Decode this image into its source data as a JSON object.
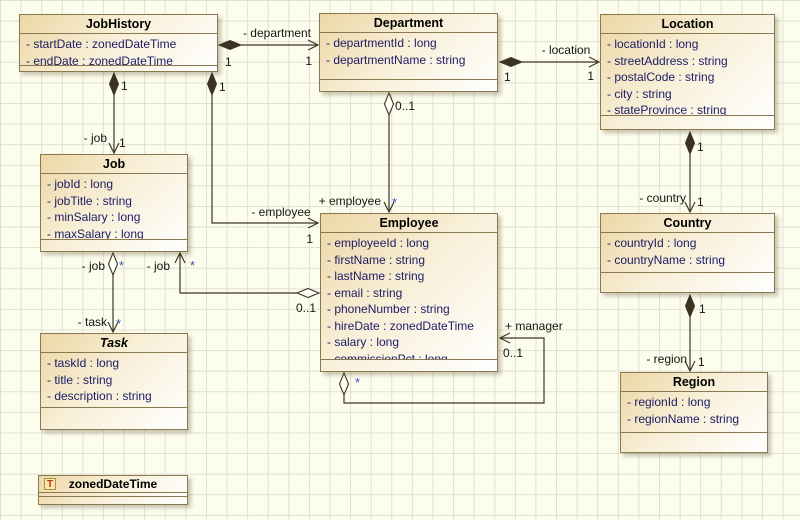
{
  "diagram_type": "uml-class-diagram",
  "colors": {
    "canvas_bg": "#fdfdee",
    "grid_line": "#e0e0d2",
    "box_border": "#8a7950",
    "box_gradient_start": "#ecd7a5",
    "box_gradient_end": "#ffffff",
    "attribute_text": "#1c1c66",
    "connector": "#3d3627",
    "multiplicity_star": "#3553c0",
    "datatype_icon_letter_color": "#c03030"
  },
  "classes": {
    "jobHistory": {
      "name": "JobHistory",
      "attributes": [
        "- startDate : zonedDateTime",
        "- endDate : zonedDateTime"
      ]
    },
    "department": {
      "name": "Department",
      "attributes": [
        "- departmentId : long",
        "- departmentName : string"
      ]
    },
    "location": {
      "name": "Location",
      "attributes": [
        "- locationId : long",
        "- streetAddress : string",
        "- postalCode : string",
        "- city : string",
        "- stateProvince : string"
      ]
    },
    "job": {
      "name": "Job",
      "attributes": [
        "- jobId : long",
        "- jobTitle : string",
        "- minSalary : long",
        "- maxSalary : long"
      ]
    },
    "employee": {
      "name": "Employee",
      "attributes": [
        "- employeeId : long",
        "- firstName : string",
        "- lastName : string",
        "- email : string",
        "- phoneNumber : string",
        "- hireDate : zonedDateTime",
        "- salary : long",
        "- commissionPct : long"
      ]
    },
    "country": {
      "name": "Country",
      "attributes": [
        "- countryId : long",
        "- countryName : string"
      ]
    },
    "region": {
      "name": "Region",
      "attributes": [
        "- regionId : long",
        "- regionName : string"
      ]
    },
    "task": {
      "name": "Task",
      "attributes": [
        "- taskId : long",
        "- title : string",
        "- description : string"
      ]
    }
  },
  "datatype": {
    "icon_letter": "T",
    "name": "zonedDateTime"
  },
  "associations": {
    "jobHistory_department": {
      "role": "- department",
      "diamond_mult": "1",
      "arrow_mult": "1"
    },
    "department_location": {
      "role": "- location",
      "diamond_mult": "1",
      "arrow_mult": "1"
    },
    "jobHistory_job": {
      "role": "- job",
      "diamond_mult": "1",
      "arrow_mult": "1"
    },
    "jobHistory_employee": {
      "role": "- employee",
      "diamond_mult": "1",
      "arrow_mult": "1"
    },
    "department_employee": {
      "role": "+ employee",
      "diamond_mult": "0..1",
      "arrow_mult": "*"
    },
    "job_task": {
      "role_source": "- job",
      "diamond_mult": "*",
      "role": "- task",
      "arrow_mult": "*"
    },
    "employee_job": {
      "role": "- job",
      "diamond_mult": "0..1",
      "arrow_mult": "*"
    },
    "employee_manager": {
      "role": "+ manager",
      "diamond_mult": "*",
      "arrow_mult": "0..1"
    },
    "location_country": {
      "role": "- country",
      "diamond_mult": "1",
      "arrow_mult": "1"
    },
    "country_region": {
      "role": "- region",
      "diamond_mult": "1",
      "arrow_mult": "1"
    }
  }
}
